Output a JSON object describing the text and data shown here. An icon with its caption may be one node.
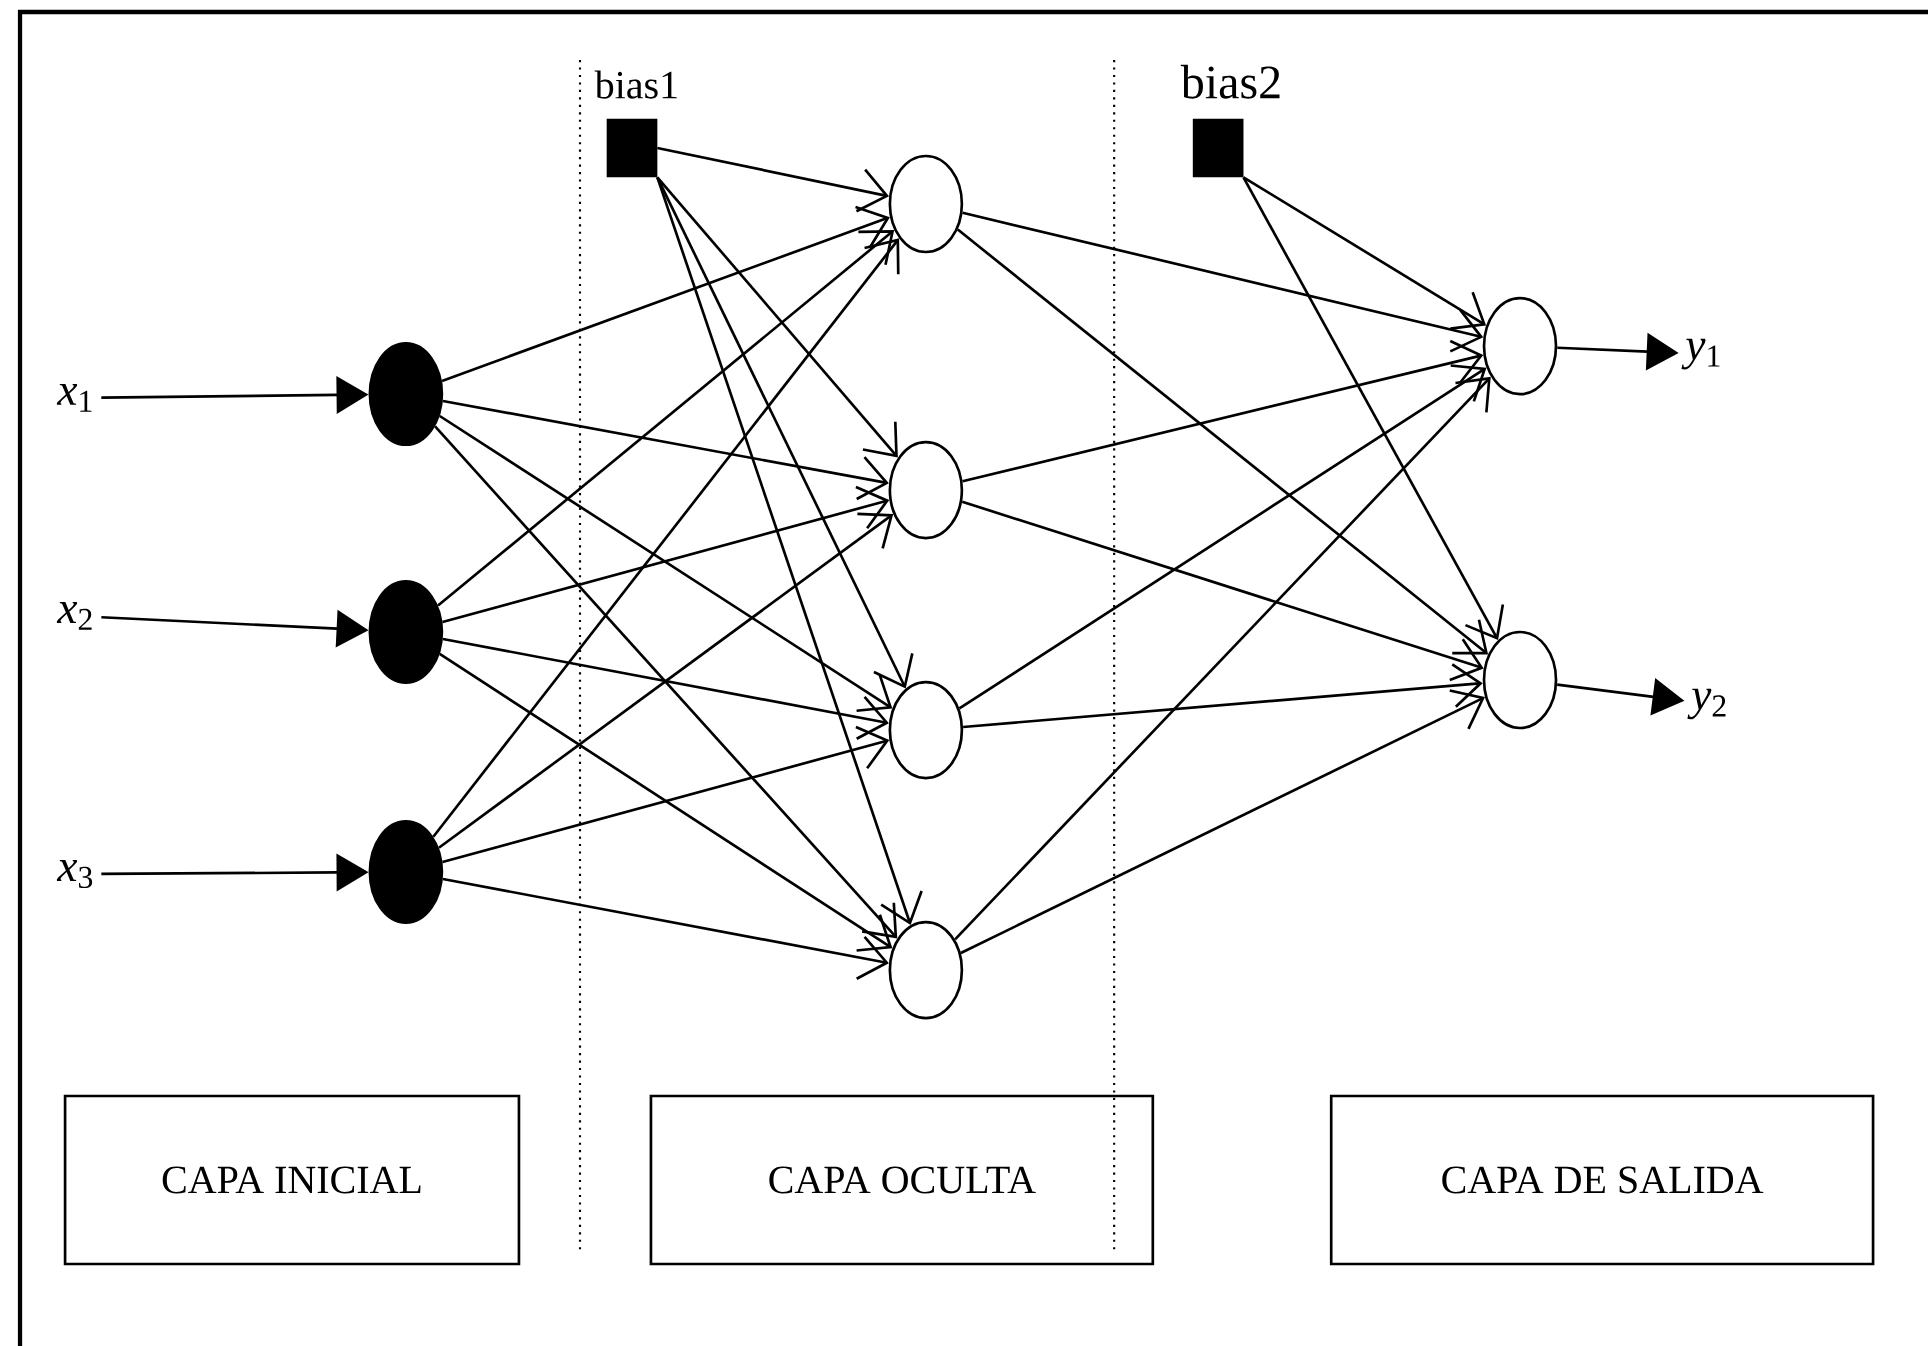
{
  "diagram": {
    "nodes": [
      {
        "text": [
          "*x*$_{1}$"
        ]
      },
      {
        "text": [
          "*x*$_{2}$"
        ]
      },
      {
        "text": [
          "*x*$_{3}$"
        ]
      },
      {
        "text": [],
        "shape": "circle"
      },
      {
        "text": [],
        "shape": "circle"
      },
      {
        "text": [],
        "shape": "circle"
      },
      {
        "text": [],
        "shape": "box",
        "beside": [
          "bias1"
        ]
      },
      {
        "text": [],
        "shape": "circle"
      },
      {
        "text": [],
        "shape": "circle"
      },
      {
        "text": [],
        "shape": "circle"
      },
      {
        "text": [],
        "shape": "circle"
      },
      {
        "text": [],
        "shape": "box",
        "beside": [
          "bias2"
        ]
      },
      {
        "text": [],
        "shape": "circle"
      },
      {
        "text": [],
        "shape": "circle"
      },
      {
        "text": [
          "*y*$_{1}$"
        ]
      },
      {
        "text": [
          "*y*$_{2}$"
        ]
      },
      {
        "text": [
          "CAPA INICIAL"
        ]
      },
      {
        "text": [
          "CAPA OCULTA"
        ]
      },
      {
        "text": [
          "CAPA DE SALIDA"
        ]
      }
    ],
    "edges": [
      {
        "from": 0,
        "to": 3,
        "arrow": "to"
      },
      {
        "from": 1,
        "to": 4,
        "arrow": "to"
      },
      {
        "from": 2,
        "to": 5,
        "arrow": "to"
      },
      {
        "from": 6,
        "to": 7,
        "arrow": "to"
      },
      {
        "from": 6,
        "to": 8,
        "arrow": "to"
      },
      {
        "from": 6,
        "to": 9,
        "arrow": "to"
      },
      {
        "from": 6,
        "to": 10,
        "arrow": "to"
      },
      {
        "from": 3,
        "to": 7,
        "arrow": "to"
      },
      {
        "from": 3,
        "to": 8,
        "arrow": "to"
      },
      {
        "from": 3,
        "to": 9,
        "arrow": "to"
      },
      {
        "from": 3,
        "to": 10,
        "arrow": "to"
      },
      {
        "from": 4,
        "to": 7,
        "arrow": "to"
      },
      {
        "from": 4,
        "to": 8,
        "arrow": "to"
      },
      {
        "from": 4,
        "to": 9,
        "arrow": "to"
      },
      {
        "from": 4,
        "to": 10,
        "arrow": "to"
      },
      {
        "from": 5,
        "to": 7,
        "arrow": "to"
      },
      {
        "from": 5,
        "to": 8,
        "arrow": "to"
      },
      {
        "from": 5,
        "to": 9,
        "arrow": "to"
      },
      {
        "from": 5,
        "to": 10,
        "arrow": "to"
      },
      {
        "from": 11,
        "to": 12,
        "arrow": "to"
      },
      {
        "from": 11,
        "to": 13,
        "arrow": "to"
      },
      {
        "from": 7,
        "to": 12,
        "arrow": "to"
      },
      {
        "from": 7,
        "to": 13,
        "arrow": "to"
      },
      {
        "from": 8,
        "to": 12,
        "arrow": "to"
      },
      {
        "from": 8,
        "to": 13,
        "arrow": "to"
      },
      {
        "from": 9,
        "to": 12,
        "arrow": "to"
      },
      {
        "from": 9,
        "to": 13,
        "arrow": "to"
      },
      {
        "from": 10,
        "to": 12,
        "arrow": "to"
      },
      {
        "from": 10,
        "to": 13,
        "arrow": "to"
      },
      {
        "from": 12,
        "to": 14,
        "arrow": "to"
      },
      {
        "from": 13,
        "to": 15,
        "arrow": "to"
      }
    ]
  }
}
